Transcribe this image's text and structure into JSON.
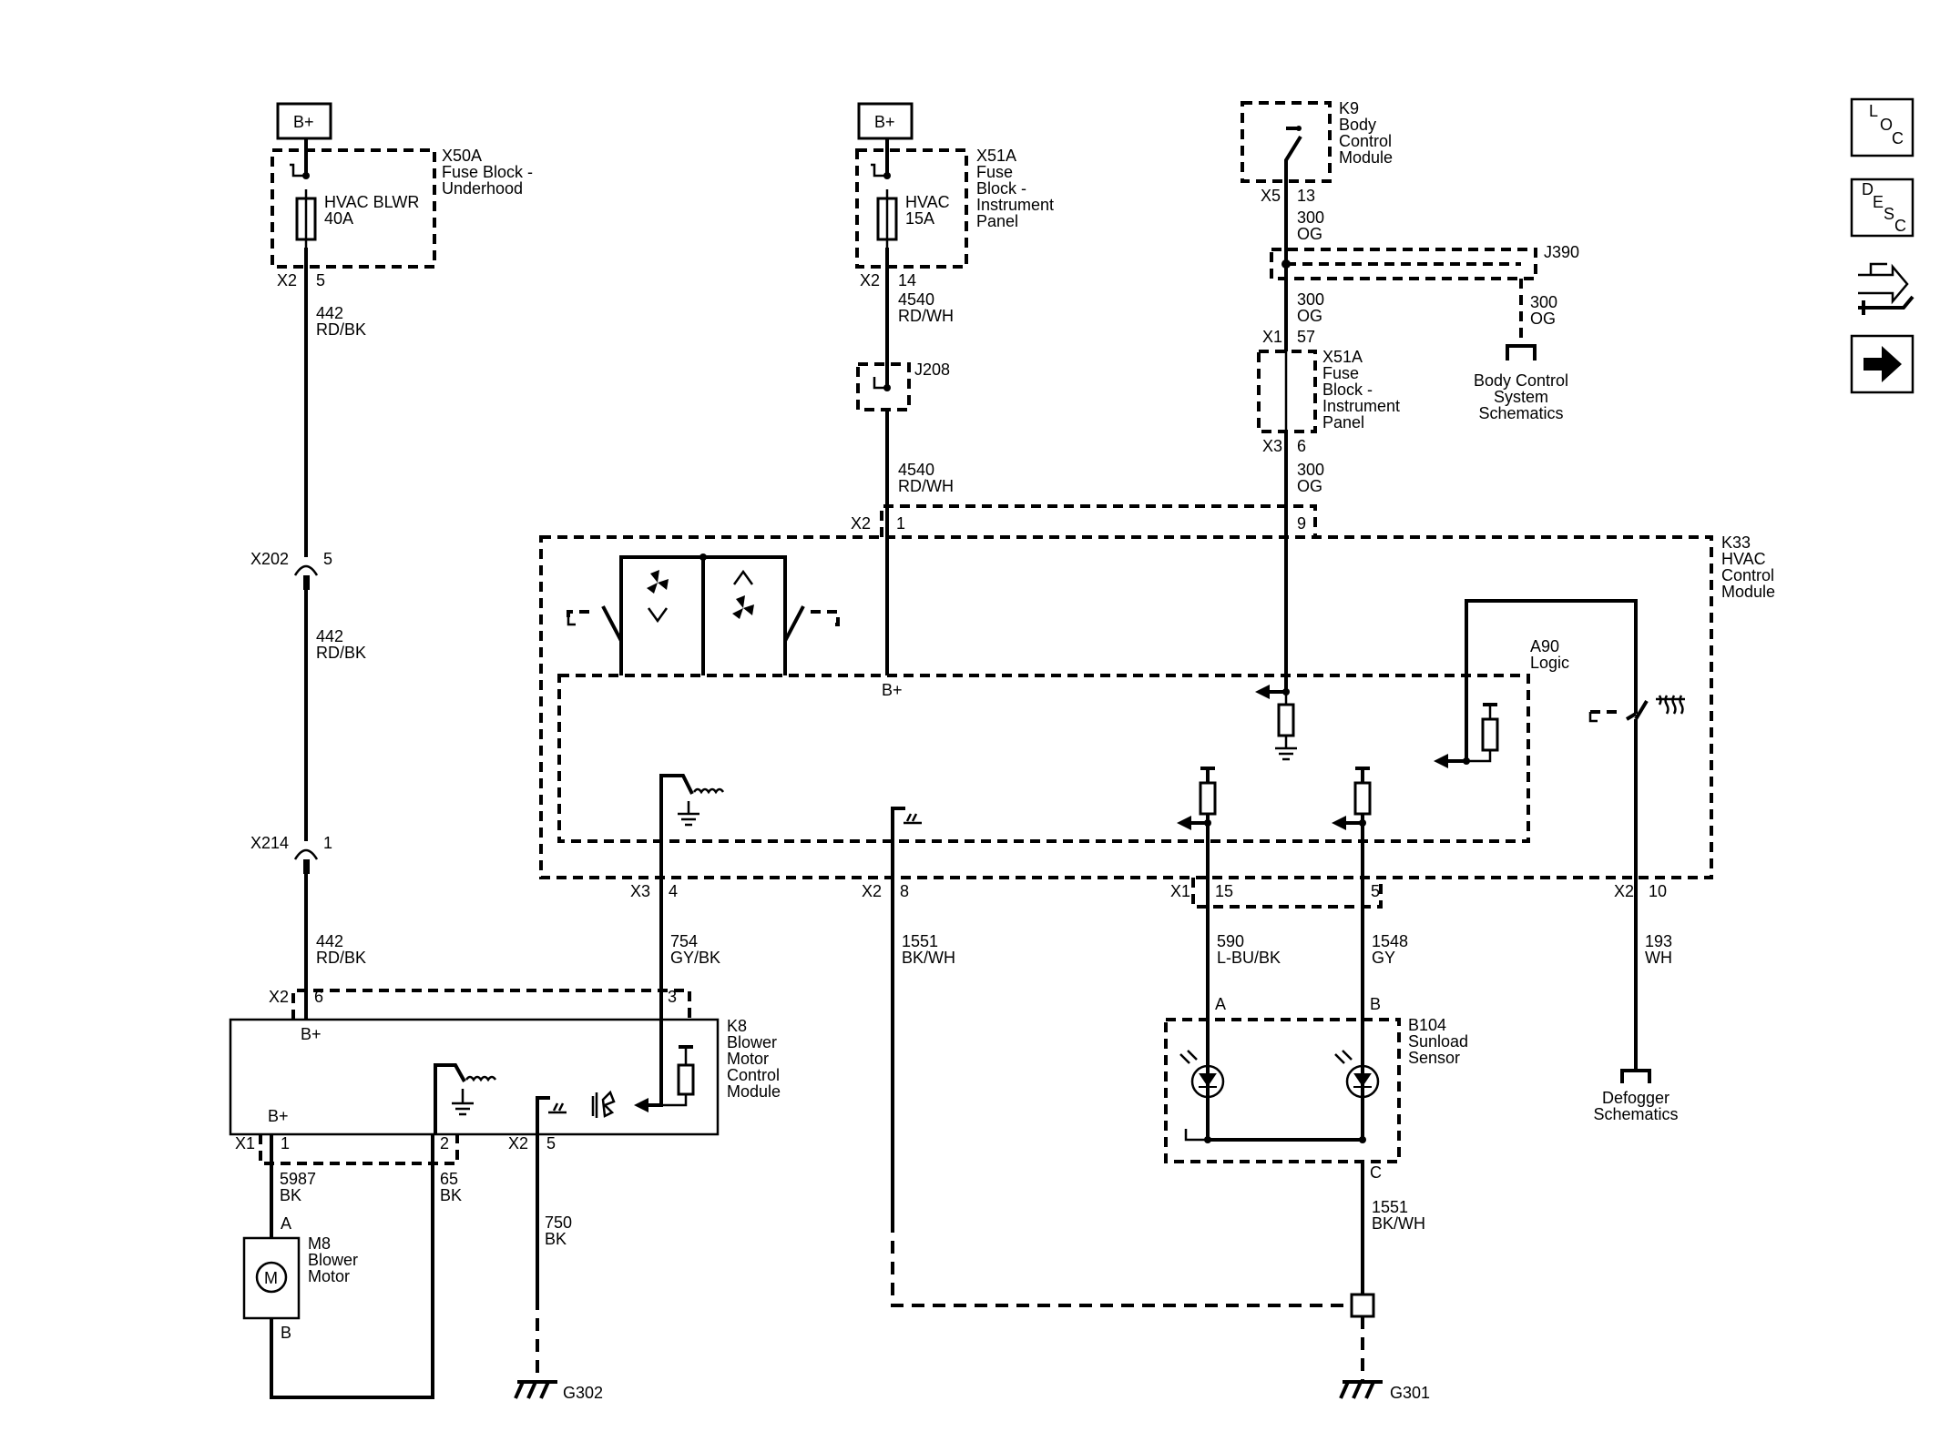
{
  "nav": {
    "loc": [
      "L",
      "O",
      "C"
    ],
    "desc": [
      "D",
      "E",
      "S",
      "C"
    ]
  },
  "power": {
    "battery": "B+"
  },
  "x50a": {
    "ref": "X50A",
    "name": [
      "Fuse Block -",
      "Underhood"
    ],
    "fuse": [
      "HVAC BLWR",
      "40A"
    ],
    "conn": "X2",
    "pin": "5"
  },
  "x51a_top": {
    "ref": "X51A",
    "name": [
      "Fuse",
      "Block -",
      "Instrument",
      "Panel"
    ],
    "fuse": [
      "HVAC",
      "15A"
    ],
    "conn": "X2",
    "pin": "14"
  },
  "k9": {
    "ref": "K9",
    "name": [
      "Body",
      "Control",
      "Module"
    ],
    "conn": "X5",
    "pin": "13"
  },
  "j390": {
    "ref": "J390"
  },
  "j208": {
    "ref": "J208"
  },
  "x51a_mid": {
    "ref": "X51A",
    "name": [
      "Fuse",
      "Block -",
      "Instrument",
      "Panel"
    ],
    "conn_in": "X1",
    "pin_in": "57",
    "conn_out": "X3",
    "pin_out": "6"
  },
  "bcs": {
    "label": [
      "Body Control",
      "System",
      "Schematics"
    ]
  },
  "x202": {
    "ref": "X202",
    "pin": "5"
  },
  "x214": {
    "ref": "X214",
    "pin": "1"
  },
  "k33": {
    "ref": "K33",
    "name": [
      "HVAC",
      "Control",
      "Module"
    ],
    "a90": [
      "A90",
      "Logic"
    ],
    "bplus": "B+",
    "pins": {
      "x2_1": [
        "X2",
        "1"
      ],
      "x2_9": "9",
      "x3_4": [
        "X3",
        "4"
      ],
      "x2_8": [
        "X2",
        "8"
      ],
      "x1_15": [
        "X1",
        "15"
      ],
      "x1_5": "5",
      "x2_10": [
        "X2",
        "10"
      ]
    }
  },
  "k8": {
    "ref": "K8",
    "name": [
      "Blower",
      "Motor",
      "Control",
      "Module"
    ],
    "bplus_top": "B+",
    "bplus_bot": "B+",
    "pins": {
      "x2_6": [
        "X2",
        "6"
      ],
      "x2_3": "3",
      "x1_1": [
        "X1",
        "1"
      ],
      "x1_2": "2",
      "x2_5": [
        "X2",
        "5"
      ]
    }
  },
  "m8": {
    "ref": "M8",
    "name": [
      "Blower",
      "Motor"
    ],
    "symbol": "M",
    "pin_a": "A",
    "pin_b": "B"
  },
  "b104": {
    "ref": "B104",
    "name": [
      "Sunload",
      "Sensor"
    ],
    "pin_a": "A",
    "pin_b": "B",
    "pin_c": "C"
  },
  "defog": {
    "label": [
      "Defogger",
      "Schematics"
    ]
  },
  "grounds": {
    "g302": "G302",
    "g301": "G301"
  },
  "wires": {
    "w442a": [
      "442",
      "RD/BK"
    ],
    "w442b": [
      "442",
      "RD/BK"
    ],
    "w442c": [
      "442",
      "RD/BK"
    ],
    "w4540a": [
      "4540",
      "RD/WH"
    ],
    "w4540b": [
      "4540",
      "RD/WH"
    ],
    "w300a": [
      "300",
      "OG"
    ],
    "w300b": [
      "300",
      "OG"
    ],
    "w300c": [
      "300",
      "OG"
    ],
    "w300d": [
      "300",
      "OG"
    ],
    "w754": [
      "754",
      "GY/BK"
    ],
    "w1551a": [
      "1551",
      "BK/WH"
    ],
    "w590": [
      "590",
      "L-BU/BK"
    ],
    "w1548": [
      "1548",
      "GY"
    ],
    "w193": [
      "193",
      "WH"
    ],
    "w5987": [
      "5987",
      "BK"
    ],
    "w65": [
      "65",
      "BK"
    ],
    "w750": [
      "750",
      "BK"
    ],
    "w1551b": [
      "1551",
      "BK/WH"
    ]
  }
}
